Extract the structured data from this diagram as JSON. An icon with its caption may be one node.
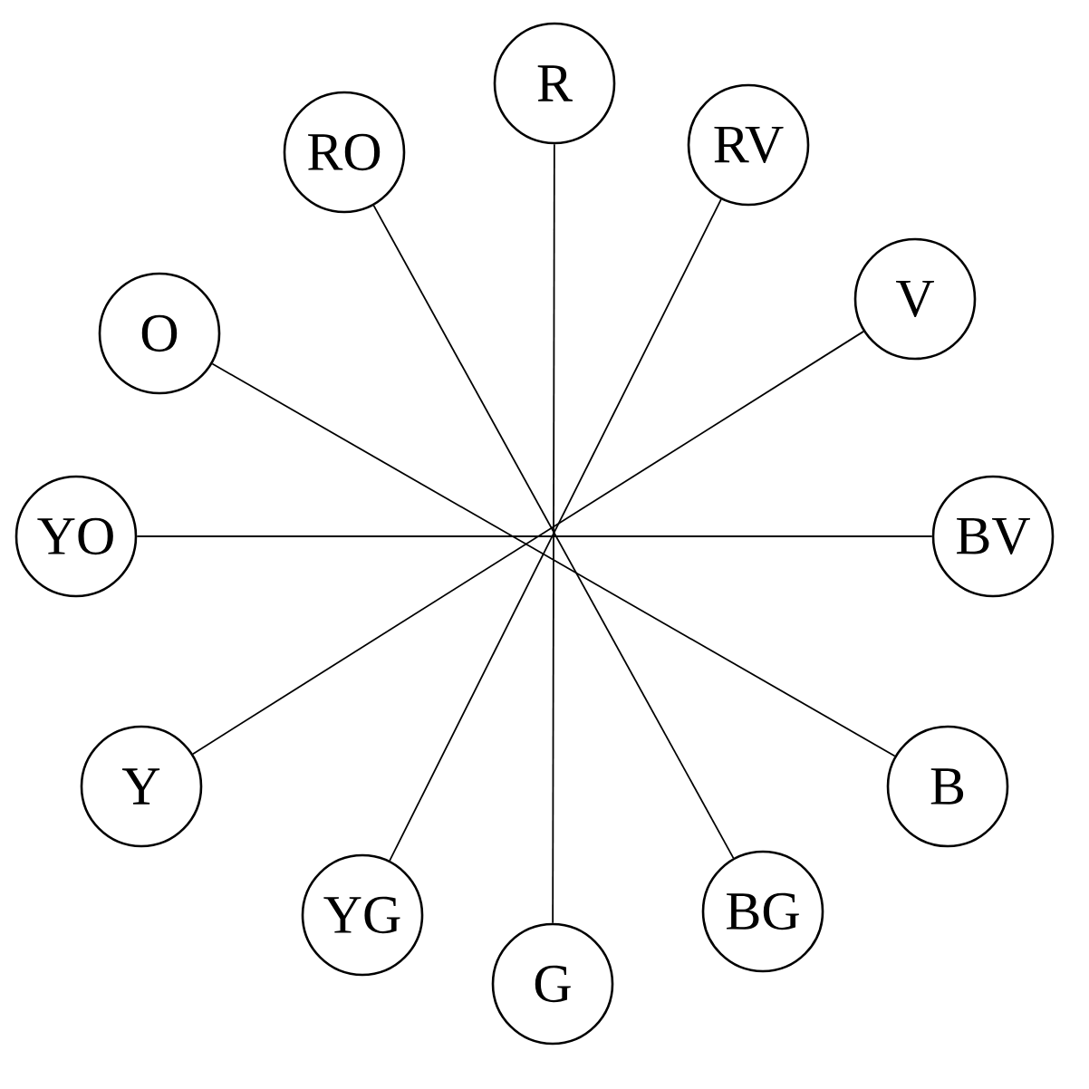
{
  "diagram": {
    "nodes": [
      {
        "text": [
          "R"
        ]
      },
      {
        "text": [
          "RV"
        ]
      },
      {
        "text": [
          "V"
        ]
      },
      {
        "text": [
          "BV"
        ]
      },
      {
        "text": [
          "B"
        ]
      },
      {
        "text": [
          "BG"
        ]
      },
      {
        "text": [
          "G"
        ]
      },
      {
        "text": [
          "YG"
        ]
      },
      {
        "text": [
          "Y"
        ]
      },
      {
        "text": [
          "YO"
        ]
      },
      {
        "text": [
          "O"
        ]
      },
      {
        "text": [
          "RO"
        ]
      }
    ],
    "edges": [
      {
        "from": 0,
        "to": 6,
        "arrow": "none"
      },
      {
        "from": 1,
        "to": 7,
        "arrow": "none"
      },
      {
        "from": 2,
        "to": 8,
        "arrow": "none"
      },
      {
        "from": 3,
        "to": 9,
        "arrow": "none"
      },
      {
        "from": 4,
        "to": 10,
        "arrow": "none"
      },
      {
        "from": 5,
        "to": 11,
        "arrow": "none"
      }
    ]
  }
}
